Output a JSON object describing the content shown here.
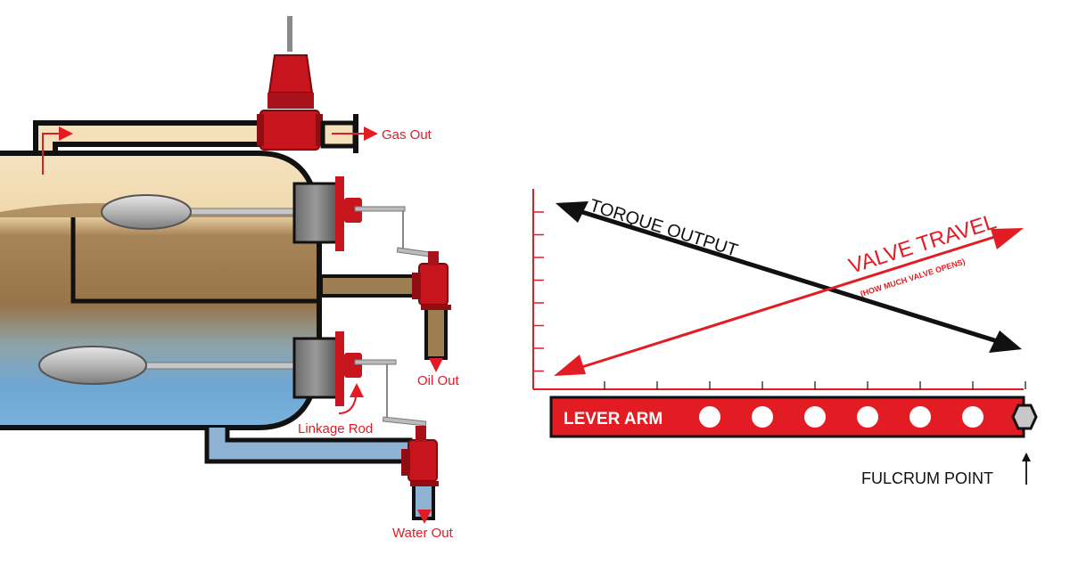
{
  "separator": {
    "labels": {
      "gas_out": "Gas Out",
      "oil_out": "Oil Out",
      "water_out": "Water Out",
      "linkage_rod": "Linkage Rod"
    }
  },
  "lever": {
    "torque_label": "TORQUE OUTPUT",
    "valve_label": "VALVE TRAVEL",
    "valve_sub": "(HOW MUCH VALVE OPENS)",
    "arm_label": "LEVER ARM",
    "fulcrum_label": "FULCRUM POINT",
    "hole_count": 6,
    "y_tick_count": 8,
    "x_tick_count": 9
  },
  "colors": {
    "accent_red": "#e31b23",
    "gas": "#f4e0bb",
    "oil": "#9d7d52",
    "water": "#6fa9d6",
    "outline": "#111111",
    "valve_red": "#c8141c",
    "float_grey": "#b8b8b8"
  }
}
